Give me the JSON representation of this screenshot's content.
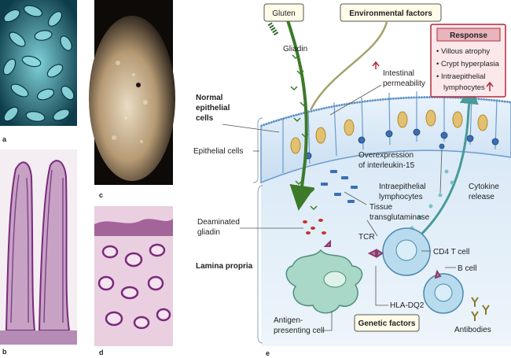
{
  "panels": {
    "a": "a",
    "b": "b",
    "c": "c",
    "d": "d",
    "e": "e"
  },
  "boxes": {
    "gluten": "Gluten",
    "environmental": "Environmental factors",
    "genetic": "Genetic factors",
    "response_title": "Response",
    "response_items": [
      "• Villous atrophy",
      "• Crypt hyperplasia",
      "• Intraepithelial",
      "lymphocytes"
    ]
  },
  "labels": {
    "gliadin": "Gliadin",
    "intestinal_1": "Intestinal",
    "intestinal_2": "permeability",
    "normal_1": "Normal",
    "normal_2": "epithelial",
    "normal_3": "cells",
    "epithelial_cells": "Epithelial cells",
    "overexp_1": "Overexpression",
    "overexp_2": "of interleukin-15",
    "iel_1": "Intraepithelial",
    "iel_2": "lymphocytes",
    "tissue_1": "Tissue",
    "tissue_2": "transglutaminase",
    "cytokine_1": "Cytokine",
    "cytokine_2": "release",
    "deam_1": "Deaminated",
    "deam_2": "gliadin",
    "tcr": "TCR",
    "cd4": "CD4 T cell",
    "lamina": "Lamina propria",
    "b_cell": "B cell",
    "hla": "HLA-DQ2",
    "apc_1": "Antigen-",
    "apc_2": "presenting cell",
    "antibodies": "Antibodies"
  },
  "colors": {
    "gluten_arrow": "#3c7a2a",
    "cytokine_arrow": "#4a9a9a",
    "response_border": "#b02a3a",
    "response_fill": "#fbe8ea",
    "label_box_fill": "#fffbe8",
    "epithelium": "#d9e9f7",
    "lamina": "#c9dff0",
    "nucleus": "#e2c070",
    "apc": "#a9d8c8",
    "t_cell": "#b8dcee",
    "gliadin_dot": "#c0342c",
    "lymphocyte": "#3a6fb5"
  }
}
